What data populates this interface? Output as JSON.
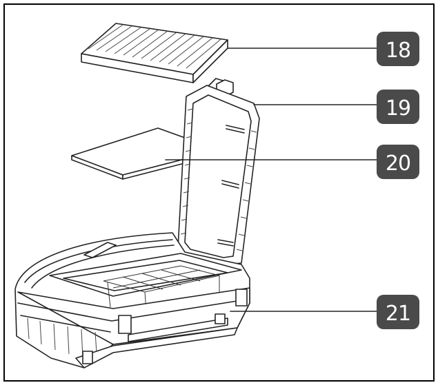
{
  "callouts": [
    {
      "id": "18",
      "label": "18",
      "part": "filter-cartridge"
    },
    {
      "id": "19",
      "label": "19",
      "part": "bin-lid"
    },
    {
      "id": "20",
      "label": "20",
      "part": "filter-pad"
    },
    {
      "id": "21",
      "label": "21",
      "part": "dust-bin"
    }
  ],
  "colors": {
    "badge_fill": "#4a4a4a",
    "badge_text": "#ffffff",
    "line": "#222222",
    "frame": "#000000"
  }
}
